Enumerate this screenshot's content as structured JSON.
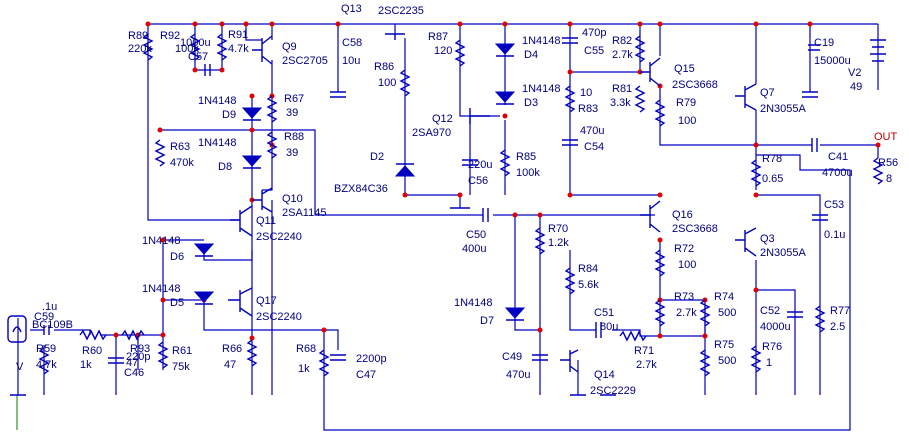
{
  "labels": {
    "q13": "Q13",
    "q13t": "2SC2235",
    "r89": "R89",
    "r89v": "220k",
    "r92": "R92",
    "r92v": "100k",
    "c57v": "1000u",
    "c57": "C57",
    "r91": "R91",
    "r91v": "4.7k",
    "q9": "Q9",
    "q9t": "2SC2705",
    "c58": "C58",
    "c58v": "10u",
    "d9t": "1N4148",
    "d9": "D9",
    "r67": "R67",
    "r67v": "39",
    "r88": "R88",
    "r88v": "39",
    "d8t": "1N4148",
    "d8": "D8",
    "r63": "R63",
    "r63v": "470k",
    "q10": "Q10",
    "q10t": "2SA1145",
    "q11": "Q11",
    "q11t": "2SC2240",
    "d6t": "1N4148",
    "d6": "D6",
    "d5t": "1N4148",
    "d5": "D5",
    "q17": "Q17",
    "q17t": "2SC2240",
    "c59v": ".1u",
    "c59": "C59",
    "q": "BC109B",
    "r59": "R59",
    "r59v": "4.7k",
    "v": "V",
    "r60": "R60",
    "r60v": "1k",
    "r93": "R93",
    "r93v": "47",
    "c46v": "220p",
    "c46": "C46",
    "r61": "R61",
    "r61v": "75k",
    "r66": "R66",
    "r66v": "47",
    "r68": "R68",
    "r68v": "1k",
    "c47v": "2200p",
    "c47": "C47",
    "r87": "R87",
    "r87v": "120",
    "r86": "R86",
    "r86v": "100",
    "q12": "Q12",
    "q12t": "2SA970",
    "d2": "D2",
    "d2t": "BZX84C36",
    "c56v": "220u",
    "c56": "C56",
    "r85": "R85",
    "r85v": "100k",
    "d4t": "1N4148",
    "d4": "D4",
    "d3t": "1N4148",
    "d3": "D3",
    "c50": "C50",
    "c50v": "400u",
    "d7t": "1N4148",
    "d7": "D7",
    "c49": "C49",
    "c49v": "470u",
    "r70": "R70",
    "r70v": "1.2k",
    "r84": "R84",
    "r84v": "5.6k",
    "c51": "C51",
    "c51v": "80u",
    "q14": "Q14",
    "q14t": "2SC2229",
    "r71": "R71",
    "r71v": "2.7k",
    "r83v": "10",
    "r83": "R83",
    "c54v": "470u",
    "c54": "C54",
    "c55v": "470p",
    "c55": "C55",
    "r82": "R82",
    "r82v": "2.7k",
    "r81": "R81",
    "r81v": "3.3k",
    "q15": "Q15",
    "q15t": "2SC3668",
    "r79": "R79",
    "r79v": "100",
    "q7": "Q7",
    "q7t": "2N3055A",
    "c19": "C19",
    "c19v": "15000u",
    "v2": "V2",
    "v2v": "49",
    "outlbl": "OUT",
    "r78": "R78",
    "r78v": "0.65",
    "c41": "C41",
    "c41v": "4700u",
    "r56": "R56",
    "r56v": "8",
    "q16": "Q16",
    "q16t": "2SC3668",
    "r72": "R72",
    "r72v": "100",
    "q3": "Q3",
    "q3t": "2N3055A",
    "c53": "C53",
    "c53v": "0.1u",
    "r73": "R73",
    "r73v": "2.7k",
    "r74": "R74",
    "r74v": "500",
    "c52": "C52",
    "c52v": "4000u",
    "r75": "R75",
    "r75v": "500",
    "r76": "R76",
    "r76v": "1",
    "r77": "R77",
    "r77v": "2.5"
  }
}
